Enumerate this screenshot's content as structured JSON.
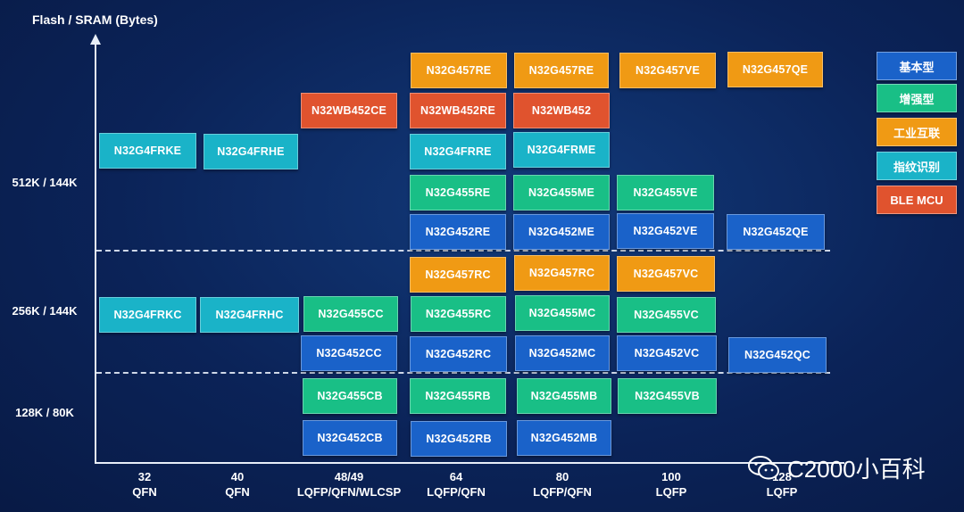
{
  "axis": {
    "y_title": "Flash / SRAM (Bytes)",
    "y_labels": [
      "512K / 144K",
      "256K / 144K",
      "128K / 80K"
    ],
    "x_labels": [
      {
        "top": "32",
        "bottom": "QFN"
      },
      {
        "top": "40",
        "bottom": "QFN"
      },
      {
        "top": "48/49",
        "bottom": "LQFP/QFN/WLCSP"
      },
      {
        "top": "64",
        "bottom": "LQFP/QFN"
      },
      {
        "top": "80",
        "bottom": "LQFP/QFN"
      },
      {
        "top": "100",
        "bottom": "LQFP"
      },
      {
        "top": "128",
        "bottom": "LQFP"
      }
    ]
  },
  "colors": {
    "basic": "#1a62c9",
    "enhanced": "#19bf86",
    "industrial": "#f09a14",
    "fingerprint": "#1ab3c8",
    "ble": "#e0532e"
  },
  "legend": [
    {
      "label": "基本型",
      "type": "basic"
    },
    {
      "label": "增强型",
      "type": "enhanced"
    },
    {
      "label": "工业互联",
      "type": "industrial"
    },
    {
      "label": "指纹识别",
      "type": "fingerprint"
    },
    {
      "label": "BLE MCU",
      "type": "ble"
    }
  ],
  "chips": [
    {
      "label": "N32G457RE",
      "type": "industrial"
    },
    {
      "label": "N32G457RE",
      "type": "industrial"
    },
    {
      "label": "N32G457VE",
      "type": "industrial"
    },
    {
      "label": "N32G457QE",
      "type": "industrial"
    },
    {
      "label": "N32WB452CE",
      "type": "ble"
    },
    {
      "label": "N32WB452RE",
      "type": "ble"
    },
    {
      "label": "N32WB452",
      "type": "ble"
    },
    {
      "label": "N32G4FRKE",
      "type": "fingerprint"
    },
    {
      "label": "N32G4FRHE",
      "type": "fingerprint"
    },
    {
      "label": "N32G4FRRE",
      "type": "fingerprint"
    },
    {
      "label": "N32G4FRME",
      "type": "fingerprint"
    },
    {
      "label": "N32G455RE",
      "type": "enhanced"
    },
    {
      "label": "N32G455ME",
      "type": "enhanced"
    },
    {
      "label": "N32G455VE",
      "type": "enhanced"
    },
    {
      "label": "N32G452RE",
      "type": "basic"
    },
    {
      "label": "N32G452ME",
      "type": "basic"
    },
    {
      "label": "N32G452VE",
      "type": "basic"
    },
    {
      "label": "N32G452QE",
      "type": "basic"
    },
    {
      "label": "N32G457RC",
      "type": "industrial"
    },
    {
      "label": "N32G457RC",
      "type": "industrial"
    },
    {
      "label": "N32G457VC",
      "type": "industrial"
    },
    {
      "label": "N32G4FRKC",
      "type": "fingerprint"
    },
    {
      "label": "N32G4FRHC",
      "type": "fingerprint"
    },
    {
      "label": "N32G455CC",
      "type": "enhanced"
    },
    {
      "label": "N32G455RC",
      "type": "enhanced"
    },
    {
      "label": "N32G455MC",
      "type": "enhanced"
    },
    {
      "label": "N32G455VC",
      "type": "enhanced"
    },
    {
      "label": "N32G452CC",
      "type": "basic"
    },
    {
      "label": "N32G452RC",
      "type": "basic"
    },
    {
      "label": "N32G452MC",
      "type": "basic"
    },
    {
      "label": "N32G452VC",
      "type": "basic"
    },
    {
      "label": "N32G452QC",
      "type": "basic"
    },
    {
      "label": "N32G455CB",
      "type": "enhanced"
    },
    {
      "label": "N32G455RB",
      "type": "enhanced"
    },
    {
      "label": "N32G455MB",
      "type": "enhanced"
    },
    {
      "label": "N32G455VB",
      "type": "enhanced"
    },
    {
      "label": "N32G452CB",
      "type": "basic"
    },
    {
      "label": "N32G452RB",
      "type": "basic"
    },
    {
      "label": "N32G452MB",
      "type": "basic"
    }
  ],
  "watermark": {
    "text": "C2000小百科",
    "icon": "wechat-icon"
  }
}
